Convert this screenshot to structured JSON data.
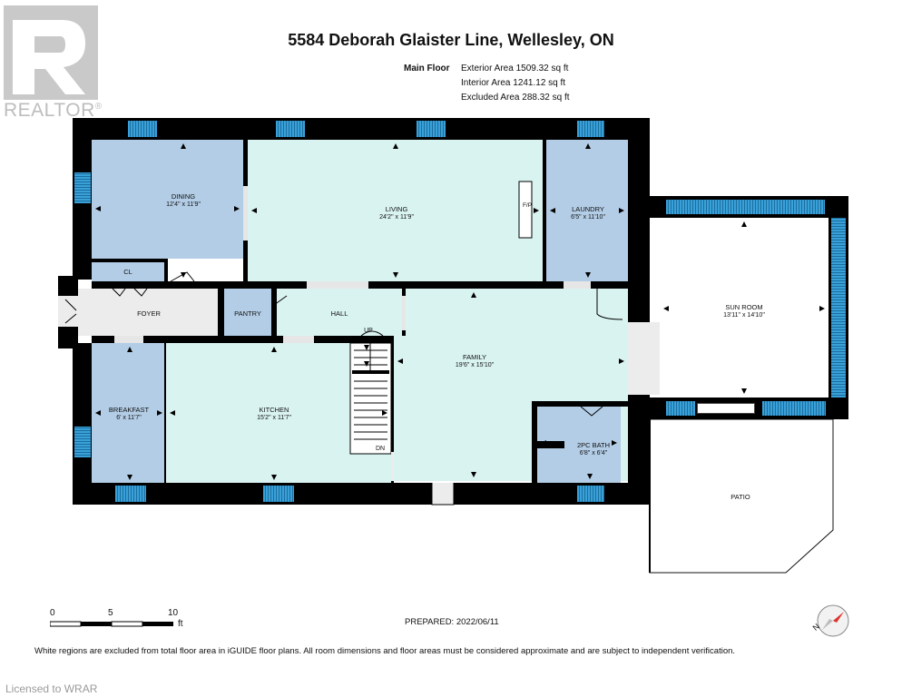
{
  "title": "5584 Deborah Glaister Line, Wellesley, ON",
  "floor": {
    "name": "Main Floor",
    "exterior_area": "Exterior Area 1509.32 sq ft",
    "interior_area": "Interior Area 1241.12 sq ft",
    "excluded_area": "Excluded Area 288.32 sq ft"
  },
  "rooms": {
    "dining": {
      "name": "DINING",
      "dims": "12'4\" x 11'9\""
    },
    "living": {
      "name": "LIVING",
      "dims": "24'2\" x 11'9\""
    },
    "fp": {
      "name": "F/P"
    },
    "laundry": {
      "name": "LAUNDRY",
      "dims": "6'5\" x 11'10\""
    },
    "sunroom": {
      "name": "SUN ROOM",
      "dims": "13'11\" x 14'10\""
    },
    "cl": {
      "name": "CL"
    },
    "foyer": {
      "name": "FOYER"
    },
    "pantry": {
      "name": "PANTRY"
    },
    "hall": {
      "name": "HALL"
    },
    "up": {
      "name": "UP"
    },
    "dn": {
      "name": "DN"
    },
    "family": {
      "name": "FAMILY",
      "dims": "19'6\" x 15'10\""
    },
    "breakfast": {
      "name": "BREAKFAST",
      "dims": "6' x 11'7\""
    },
    "kitchen": {
      "name": "KITCHEN",
      "dims": "15'2\" x 11'7\""
    },
    "bath": {
      "name": "2PC BATH",
      "dims": "6'8\" x 6'4\""
    },
    "patio": {
      "name": "PATIO"
    }
  },
  "scale": {
    "tick0": "0",
    "tick5": "5",
    "tick10": "10",
    "unit": "ft"
  },
  "prepared": "PREPARED:  2022/06/11",
  "footnote": "White regions are excluded from total floor area in iGUIDE floor plans. All room dimensions and floor areas must be considered approximate and are subject to independent verification.",
  "watermark": {
    "brand": "REALTOR",
    "reg": "®",
    "licensed": "Licensed to WRAR"
  },
  "colors": {
    "blue_room": "#b3cde6",
    "aqua_room": "#d9f3f1",
    "grey_room": "#ececec",
    "wall": "#000000",
    "window": "#3aa0d8"
  },
  "compass": {
    "label": "N"
  }
}
